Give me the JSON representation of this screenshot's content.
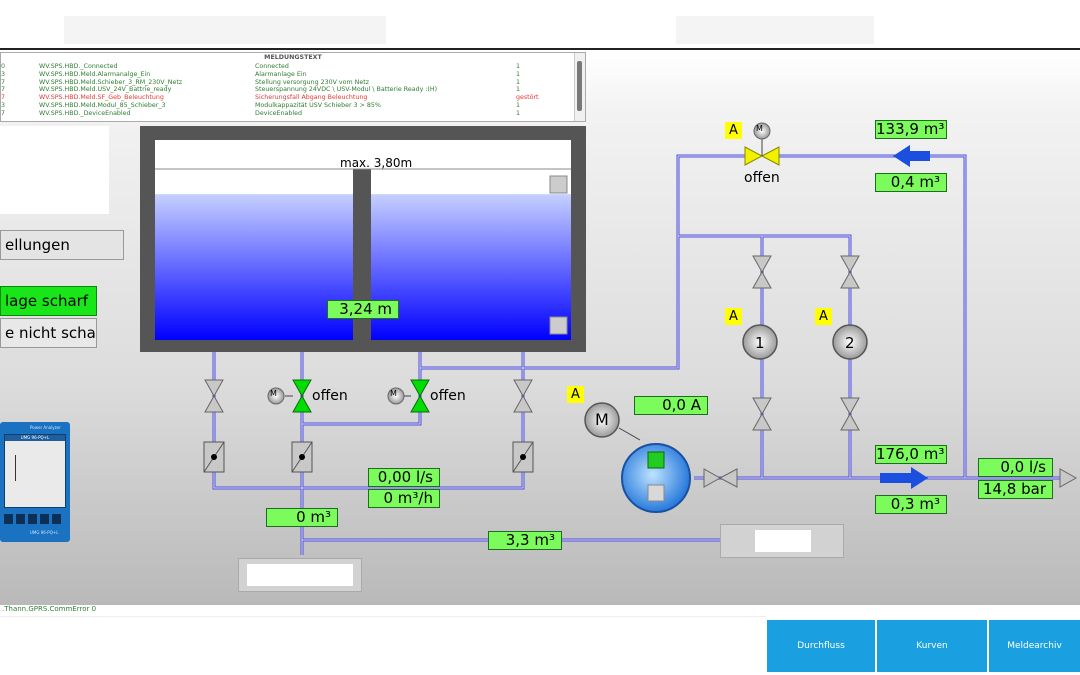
{
  "alarm_log": {
    "header": "MELDUNGSTEXT",
    "rows": [
      {
        "num": "0",
        "tag": "WV.SPS.HBD._Connected",
        "text": "Connected",
        "value": "1",
        "alert": false
      },
      {
        "num": "3",
        "tag": "WV.SPS.HBD.Meld.Alarmanalge_Ein",
        "text": "Alarmanlage Ein",
        "value": "1",
        "alert": false
      },
      {
        "num": "7",
        "tag": "WV.SPS.HBD.Meld.Schieber_3_RM_230V_Netz",
        "text": "Stellung versorgung 230V vom Netz",
        "value": "1",
        "alert": false
      },
      {
        "num": "7",
        "tag": "WV.SPS.HBD.Meld.USV_24V_Battrie_ready",
        "text": "Steuerspannung 24VDC \\ USV-Modul \\ Batterie Ready :(H)",
        "value": "1",
        "alert": false
      },
      {
        "num": "7",
        "tag": "WV.SPS.HBD.Meld.SF_Geb_Beleuchtung",
        "text": "Sicherungsfall Abgang Beleuchtung",
        "value": "gestört",
        "alert": true
      },
      {
        "num": "3",
        "tag": "WV.SPS.HBD.Meld.Modul_85_Schieber_3",
        "text": "Modulkappazität USV Schieber 3 > 85%",
        "value": "1",
        "alert": false
      },
      {
        "num": "7",
        "tag": "WV.SPS.HBD._DeviceEnabled",
        "text": "DeviceEnabled",
        "value": "1",
        "alert": false
      }
    ]
  },
  "left_panel": {
    "settings_label": "ellungen",
    "alarm_armed_label": "lage scharf",
    "alarm_not_armed_label": "e nicht scharf"
  },
  "tank": {
    "max_label": "max. 3,80m",
    "level_value": "3,24 m",
    "level_fraction": 0.853
  },
  "valves": {
    "v1_state": "offen",
    "v2_state": "offen",
    "top_valve_state": "offen",
    "motor_symbol": "M",
    "auto_tag": "A"
  },
  "flows": {
    "outlet_flow": "0,00 l/s",
    "outlet_rate": "0 m³/h",
    "outlet_total": "0 m³",
    "bypass_total": "3,3 m³",
    "top_total": "133,9 m³",
    "top_small": "0,4 m³",
    "main_total": "176,0 m³",
    "main_small": "0,3 m³",
    "net_flow": "0,0 l/s",
    "net_pressure": "14,8 bar",
    "motor_current": "0,0 A"
  },
  "pumps": {
    "p1": "1",
    "p2": "2"
  },
  "status_line": ".Thann.GPRS.CommError 0",
  "nav": {
    "durchfluss": "Durchfluss",
    "kurven": "Kurven",
    "meldearchiv": "Meldearchiv"
  },
  "analyzer": {
    "title": "Power Analyzer",
    "subtitle": "UMG 96-PQ+L",
    "footer": "UMG 96-PQ+L"
  },
  "colors": {
    "value_green": "#7cfc5c",
    "pipe": "#5050d8",
    "nav_blue": "#1aa0e0",
    "alarm_red": "#e53935",
    "tag_yellow": "#ffff00"
  }
}
